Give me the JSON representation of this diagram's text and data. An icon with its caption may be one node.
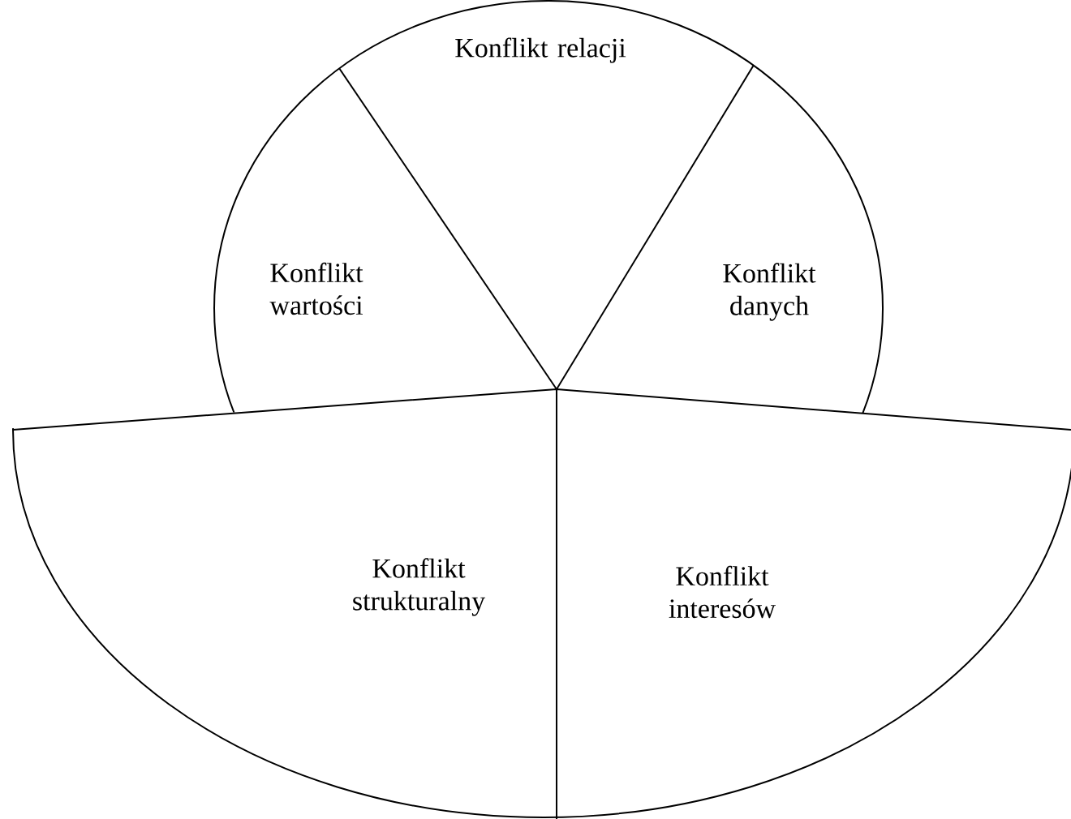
{
  "diagram": {
    "nodes": [
      {
        "text": [
          "Konflikt relacji"
        ]
      },
      {
        "text": [
          "Konflikt wartości"
        ]
      },
      {
        "text": [
          "Konflikt danych"
        ]
      },
      {
        "text": [
          "Konflikt strukturalny"
        ]
      },
      {
        "text": [
          "Konflikt interesów"
        ]
      }
    ]
  }
}
